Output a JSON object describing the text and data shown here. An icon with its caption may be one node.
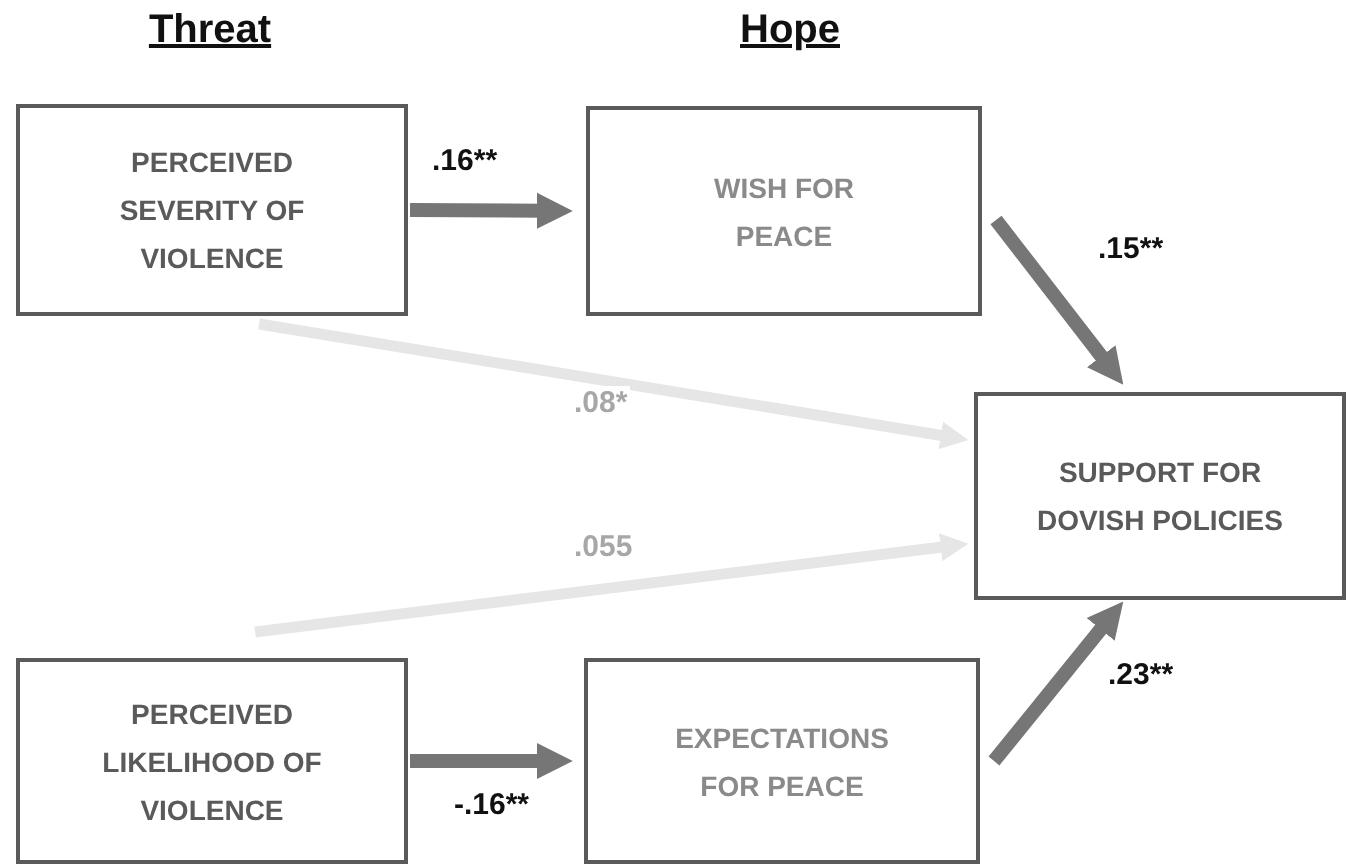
{
  "diagram": {
    "nodes": [
      {
        "text": [
          "PERCEIVED SEVERITY OF VIOLENCE"
        ]
      },
      {
        "text": [
          "WISH FOR PEACE"
        ]
      },
      {
        "text": [
          "SUPPORT FOR DOVISH POLICIES"
        ]
      },
      {
        "text": [
          "PERCEIVED LIKELIHOOD OF VIOLENCE"
        ]
      },
      {
        "text": [
          "EXPECTATIONS FOR PEACE"
        ]
      }
    ],
    "edges": [
      {
        "from": 0,
        "to": 1,
        "arrow": "to",
        "label": ".16**"
      },
      {
        "from": 1,
        "to": 2,
        "arrow": "to",
        "label": ".15**"
      },
      {
        "from": 0,
        "to": 2,
        "arrow": "to",
        "label": ".08*",
        "color": "#e6e6e6"
      },
      {
        "from": 3,
        "to": 2,
        "arrow": "to",
        "label": ".055",
        "color": "#e6e6e6"
      },
      {
        "from": 3,
        "to": 4,
        "arrow": "to",
        "label": "-.16**"
      },
      {
        "from": 4,
        "to": 2,
        "arrow": "to",
        "label": ".23**"
      }
    ],
    "labels": [
      "Threat",
      "Hope"
    ]
  }
}
